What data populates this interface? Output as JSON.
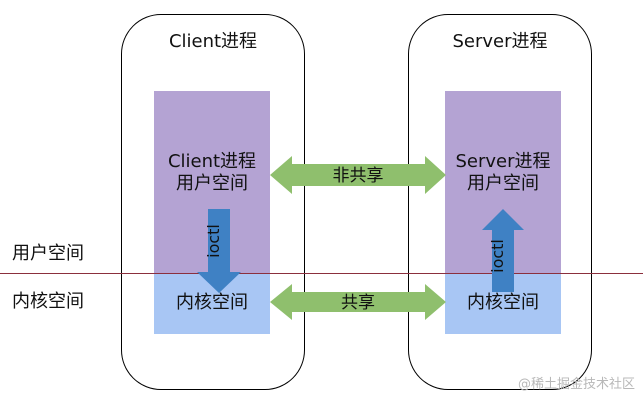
{
  "client": {
    "title": "Client进程",
    "user_label": "Client进程\n用户空间",
    "kernel_label": "内核空间",
    "ioctl_label": "ioctl"
  },
  "server": {
    "title": "Server进程",
    "user_label": "Server进程\n用户空间",
    "kernel_label": "内核空间",
    "ioctl_label": "ioctl"
  },
  "links": {
    "user_space_link": "非共享",
    "kernel_space_link": "共享"
  },
  "sides": {
    "user_space": "用户空间",
    "kernel_space": "内核空间"
  },
  "colors": {
    "user_region": "#b4a3d3",
    "kernel_region": "#a8c6f4",
    "link_arrow": "#8fbf6d",
    "ioctl_arrow": "#3f81c4",
    "divider": "#8b2f3d"
  },
  "watermark": "@稀土掘金技术社区"
}
